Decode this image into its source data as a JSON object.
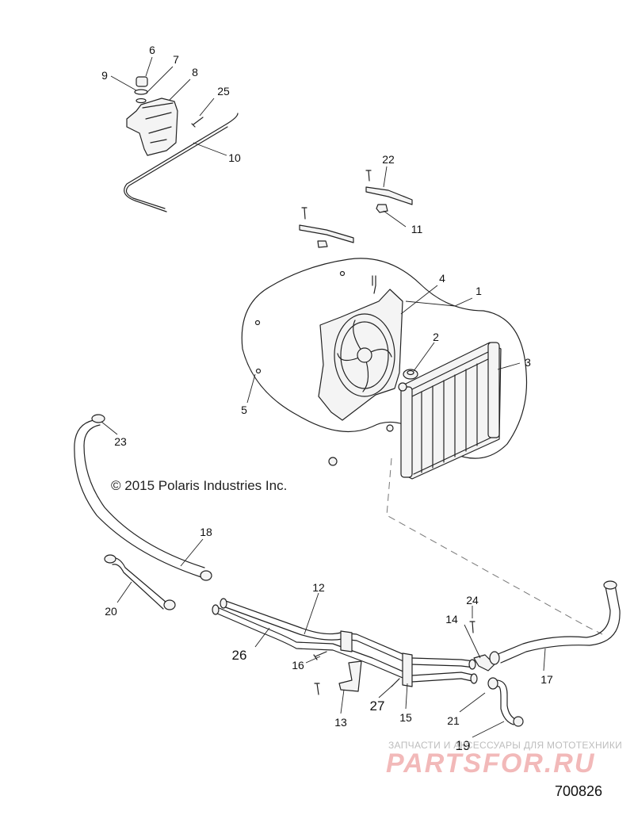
{
  "copyright": "© 2015 Polaris Industries Inc.",
  "diagram_id": "700826",
  "watermark": {
    "tagline": "ЗАПЧАСТИ И АКСЕССУАРЫ ДЛЯ МОТОТЕХНИКИ",
    "brand": "PARTSFOR.RU"
  },
  "callouts": {
    "c1": "1",
    "c2": "2",
    "c3": "3",
    "c4": "4",
    "c5": "5",
    "c6": "6",
    "c7": "7",
    "c8": "8",
    "c9": "9",
    "c10": "10",
    "c11": "11",
    "c12": "12",
    "c13": "13",
    "c14": "14",
    "c15": "15",
    "c16": "16",
    "c17": "17",
    "c18": "18",
    "c19": "19",
    "c20": "20",
    "c21": "21",
    "c22": "22",
    "c23": "23",
    "c24": "24",
    "c25": "25",
    "c26": "26",
    "c27": "27"
  }
}
